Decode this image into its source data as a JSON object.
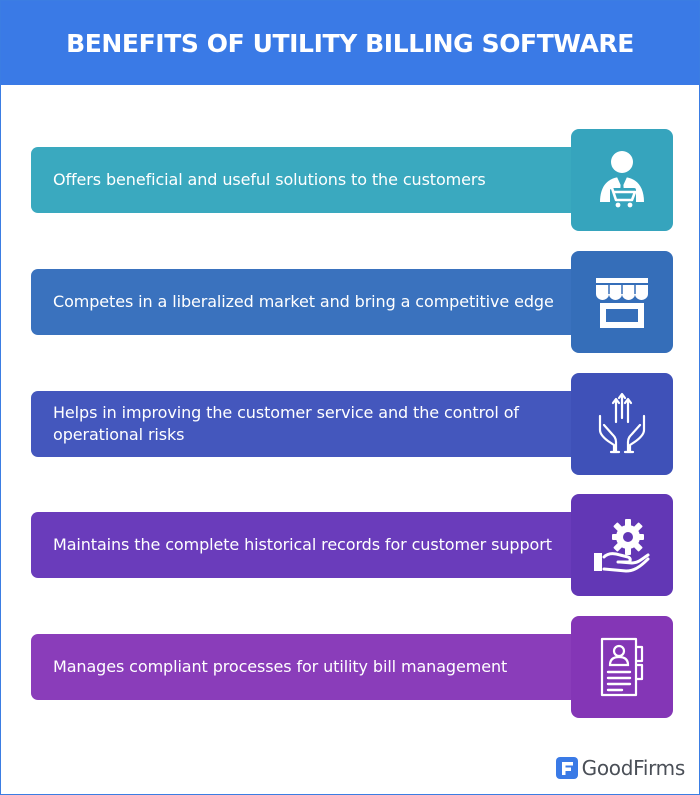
{
  "header": {
    "title": "BENEFITS OF UTILITY BILLING SOFTWARE"
  },
  "benefits": [
    {
      "text": "Offers beneficial and useful solutions to the customers",
      "icon": "customer-cart-icon",
      "bar_color": "#3aa9bf",
      "tile_color": "#36a4bd"
    },
    {
      "text": "Competes in a liberalized market and bring a competitive edge",
      "icon": "storefront-icon",
      "bar_color": "#3a72be",
      "tile_color": "#356eb9"
    },
    {
      "text": "Helps in improving the customer service and the control of operational risks",
      "icon": "hands-growth-icon",
      "bar_color": "#4457bd",
      "tile_color": "#3f51b8"
    },
    {
      "text": "Maintains the complete historical records for customer support",
      "icon": "hand-gear-icon",
      "bar_color": "#6a3cbb",
      "tile_color": "#6237b5"
    },
    {
      "text": "Manages compliant processes for utility bill management",
      "icon": "document-profile-icon",
      "bar_color": "#8a3dba",
      "tile_color": "#8436b6"
    }
  ],
  "brand": {
    "name": "GoodFirms",
    "color": "#3a7ae6"
  }
}
